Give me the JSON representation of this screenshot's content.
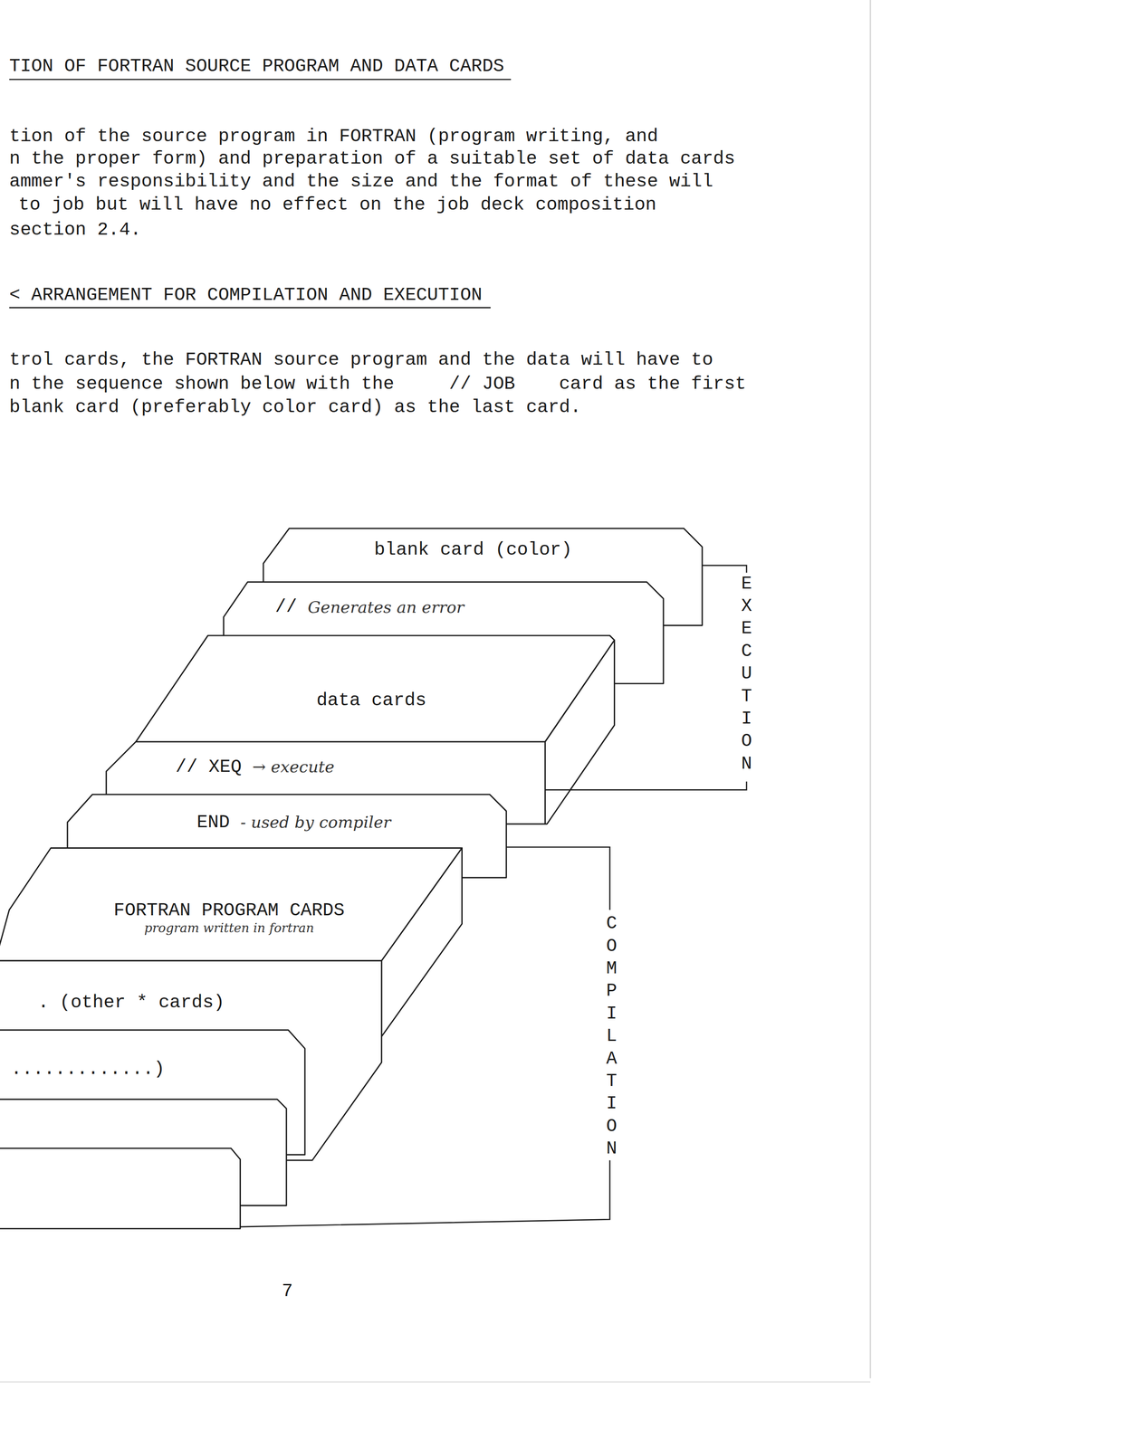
{
  "diagram": {
    "title": "TION OF FORTRAN SOURCE PROGRAM AND DATA CARDS",
    "nodes": [
      {
        "text": [
          "blank card (color)"
        ]
      },
      {
        "text": [
          "//",
          "Generates an error"
        ]
      },
      {
        "text": [
          "data cards"
        ]
      },
      {
        "text": [
          "// XEQ",
          "→ execute"
        ]
      },
      {
        "text": [
          "END",
          "- used by compiler"
        ]
      },
      {
        "text": [
          "FORTRAN PROGRAM CARDS",
          "program written in fortran"
        ]
      },
      {
        "text": [
          ".",
          "(other * cards)"
        ]
      },
      {
        "text": [
          ".............)"
        ]
      }
    ],
    "labels": [
      "tion of the source program in FORTRAN (program writing, and",
      "n the proper form) and preparation of a suitable set of data cards",
      "ammer's responsibility and the size and the format of these will",
      "to job but will have no effect on the job deck composition",
      "section 2.4.",
      "< ARRANGEMENT FOR COMPILATION AND EXECUTION",
      "trol cards, the FORTRAN source program and the data will have to",
      "n the sequence shown below with the     // JOB    card as the first",
      "blank card (preferably color card) as the last card.",
      "EXECUTION",
      "COMPILATION",
      "7"
    ]
  }
}
